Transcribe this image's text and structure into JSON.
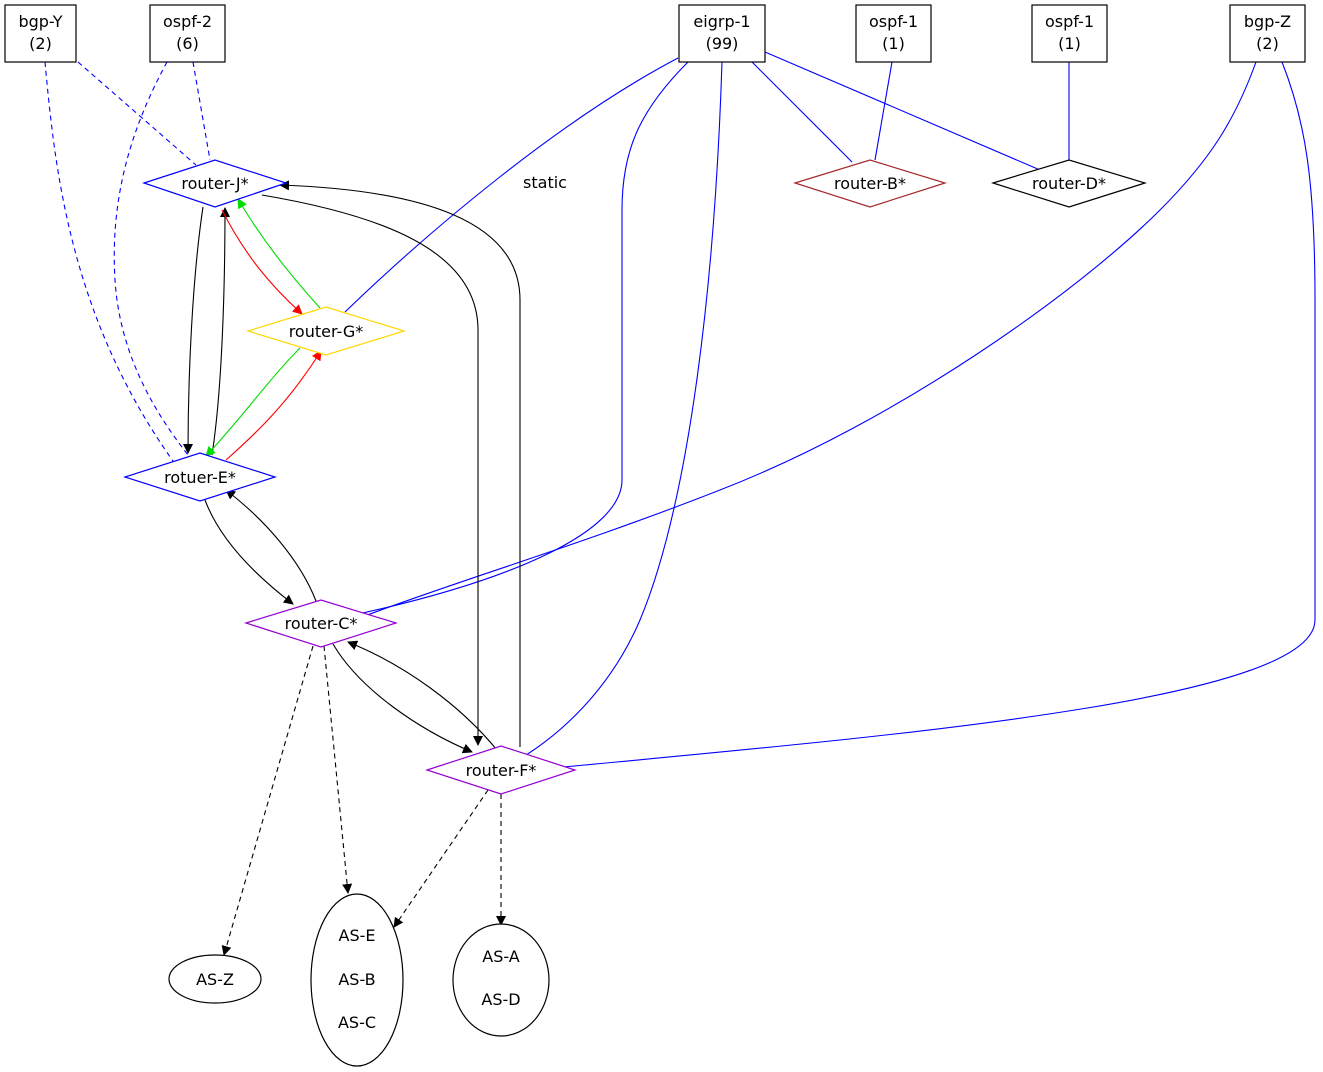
{
  "nodes": {
    "bgp_y": {
      "lines": [
        "bgp-Y",
        "(2)"
      ]
    },
    "ospf_2": {
      "lines": [
        "ospf-2",
        "(6)"
      ]
    },
    "eigrp_1": {
      "lines": [
        "eigrp-1",
        "(99)"
      ]
    },
    "ospf_1a": {
      "lines": [
        "ospf-1",
        "(1)"
      ]
    },
    "ospf_1b": {
      "lines": [
        "ospf-1",
        "(1)"
      ]
    },
    "bgp_z": {
      "lines": [
        "bgp-Z",
        "(2)"
      ]
    },
    "router_j": {
      "label": "router-J*"
    },
    "router_b": {
      "label": "router-B*"
    },
    "router_d": {
      "label": "router-D*"
    },
    "router_g": {
      "label": "router-G*"
    },
    "router_e": {
      "label": "rotuer-E*"
    },
    "router_c": {
      "label": "router-C*"
    },
    "router_f": {
      "label": "router-F*"
    },
    "as_z": {
      "lines": [
        "AS-Z"
      ]
    },
    "as_ebc": {
      "lines": [
        "AS-E",
        "AS-B",
        "AS-C"
      ]
    },
    "as_ad": {
      "lines": [
        "AS-A",
        "AS-D"
      ]
    }
  },
  "edge_labels": {
    "static": "static"
  },
  "colors": {
    "protocol_edge": "#0000ff",
    "router_j_border": "#0000ff",
    "router_e_border": "#0000ff",
    "router_b_border": "#a52a2a",
    "router_d_border": "#000000",
    "router_g_border": "#ffd700",
    "router_c_border": "#9400d3",
    "router_f_border": "#9400d3",
    "path_a": "#00dd00",
    "path_b": "#ff0000",
    "adjacency": "#000000"
  }
}
